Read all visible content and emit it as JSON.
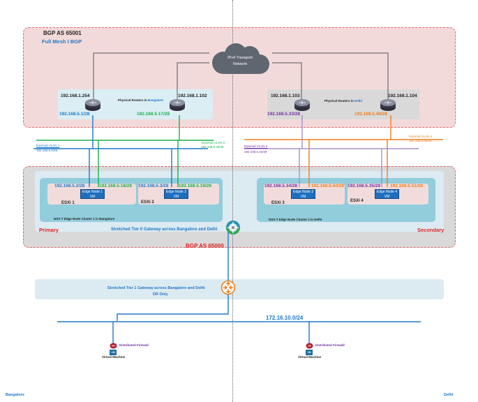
{
  "colors": {
    "vlan1": "#1f78c8",
    "vlan2": "#19b04a",
    "vlan3": "#a88fc8",
    "vlan4": "#f07d1a",
    "label_blue": "#1f78c8",
    "label_green": "#19b04a",
    "label_purple": "#7030a0",
    "label_orange": "#f07d1a",
    "zone_red": "#e02020",
    "cloud": "#5f6670"
  },
  "top_zone": {
    "title": "BGP AS 65001",
    "subtitle": "Full Mesh I BGP"
  },
  "transport": {
    "label_line1": "IPv4 Transport",
    "label_line2": "Network"
  },
  "routers_bangalore": {
    "caption_prefix": "Physical Routers in ",
    "caption_site": "Bangalore",
    "router1": {
      "ip": "192.168.1.254",
      "uplink": "192.168.5.1/28"
    },
    "router2": {
      "ip": "192.168.1.102",
      "uplink": "192.168.5.17/28"
    }
  },
  "routers_delhi": {
    "caption_prefix": "Physical Routers in ",
    "caption_site": "Delhi",
    "router1": {
      "ip": "192.168.1.103",
      "uplink": "192.168.5.33/28"
    },
    "router2": {
      "ip": "192.168.1.104",
      "uplink": "192.168.5.49/28"
    }
  },
  "vlans": {
    "vlan1": {
      "name": "External VLAN 1",
      "subnet": "192.168.5.0/28"
    },
    "vlan2": {
      "name": "External VLAN 2",
      "subnet": "192.168.5.16/28"
    },
    "vlan3": {
      "name": "External VLAN 3",
      "subnet": "192.168.5.32/28"
    },
    "vlan4": {
      "name": "External VLAN 4",
      "subnet": "192.168.5.48/28"
    }
  },
  "cluster1": {
    "caption": "NSX-T Edge Node Cluster 1 in Bangalore",
    "hosts": [
      {
        "name": "ESXi 1",
        "ip_a": "192.168.5.2/28",
        "ip_b": "192.168.5.18/28",
        "vm_title": "Edge Node 1",
        "vm_sub": "VM"
      },
      {
        "name": "ESXi 2",
        "ip_a": "192.168.5.3/28",
        "ip_b": "192.168.5.19/28",
        "vm_title": "Edge Node 2",
        "vm_sub": "VM"
      }
    ]
  },
  "cluster2": {
    "caption": "NSX-T Edge Node Cluster 2 in Delhi",
    "hosts": [
      {
        "name": "ESXi 3",
        "ip_a": "192.168.5.34/28",
        "ip_b": "192.168.5.50/28",
        "vm_title": "Edge Node 3",
        "vm_sub": "VM"
      },
      {
        "name": "ESXi 4",
        "ip_a": "192.168.5.35/28",
        "ip_b": "192.168.5.51/28",
        "vm_title": "Edge Node 4",
        "vm_sub": "VM"
      }
    ]
  },
  "tier0": {
    "label": "Stretched Tier 0 Gateway across Bangalore and Delhi",
    "primary": "Primary",
    "secondary": "Secondary",
    "bgp": "BGP AS 65000"
  },
  "tier1": {
    "label_line1": "Stretched Tier 1 Gateway across Bangalore and Delhi",
    "label_line2": "DR Only"
  },
  "segment": {
    "subnet": "172.16.10.0/24"
  },
  "workloads": [
    {
      "firewall": "Distributed Firewall",
      "vm_badge": "VM",
      "vm_label": "Virtual Machine"
    },
    {
      "firewall": "Distributed Firewall",
      "vm_badge": "VM",
      "vm_label": "Virtual Machine"
    }
  ],
  "sites": {
    "left": "Bangalore",
    "right": "Delhi"
  }
}
